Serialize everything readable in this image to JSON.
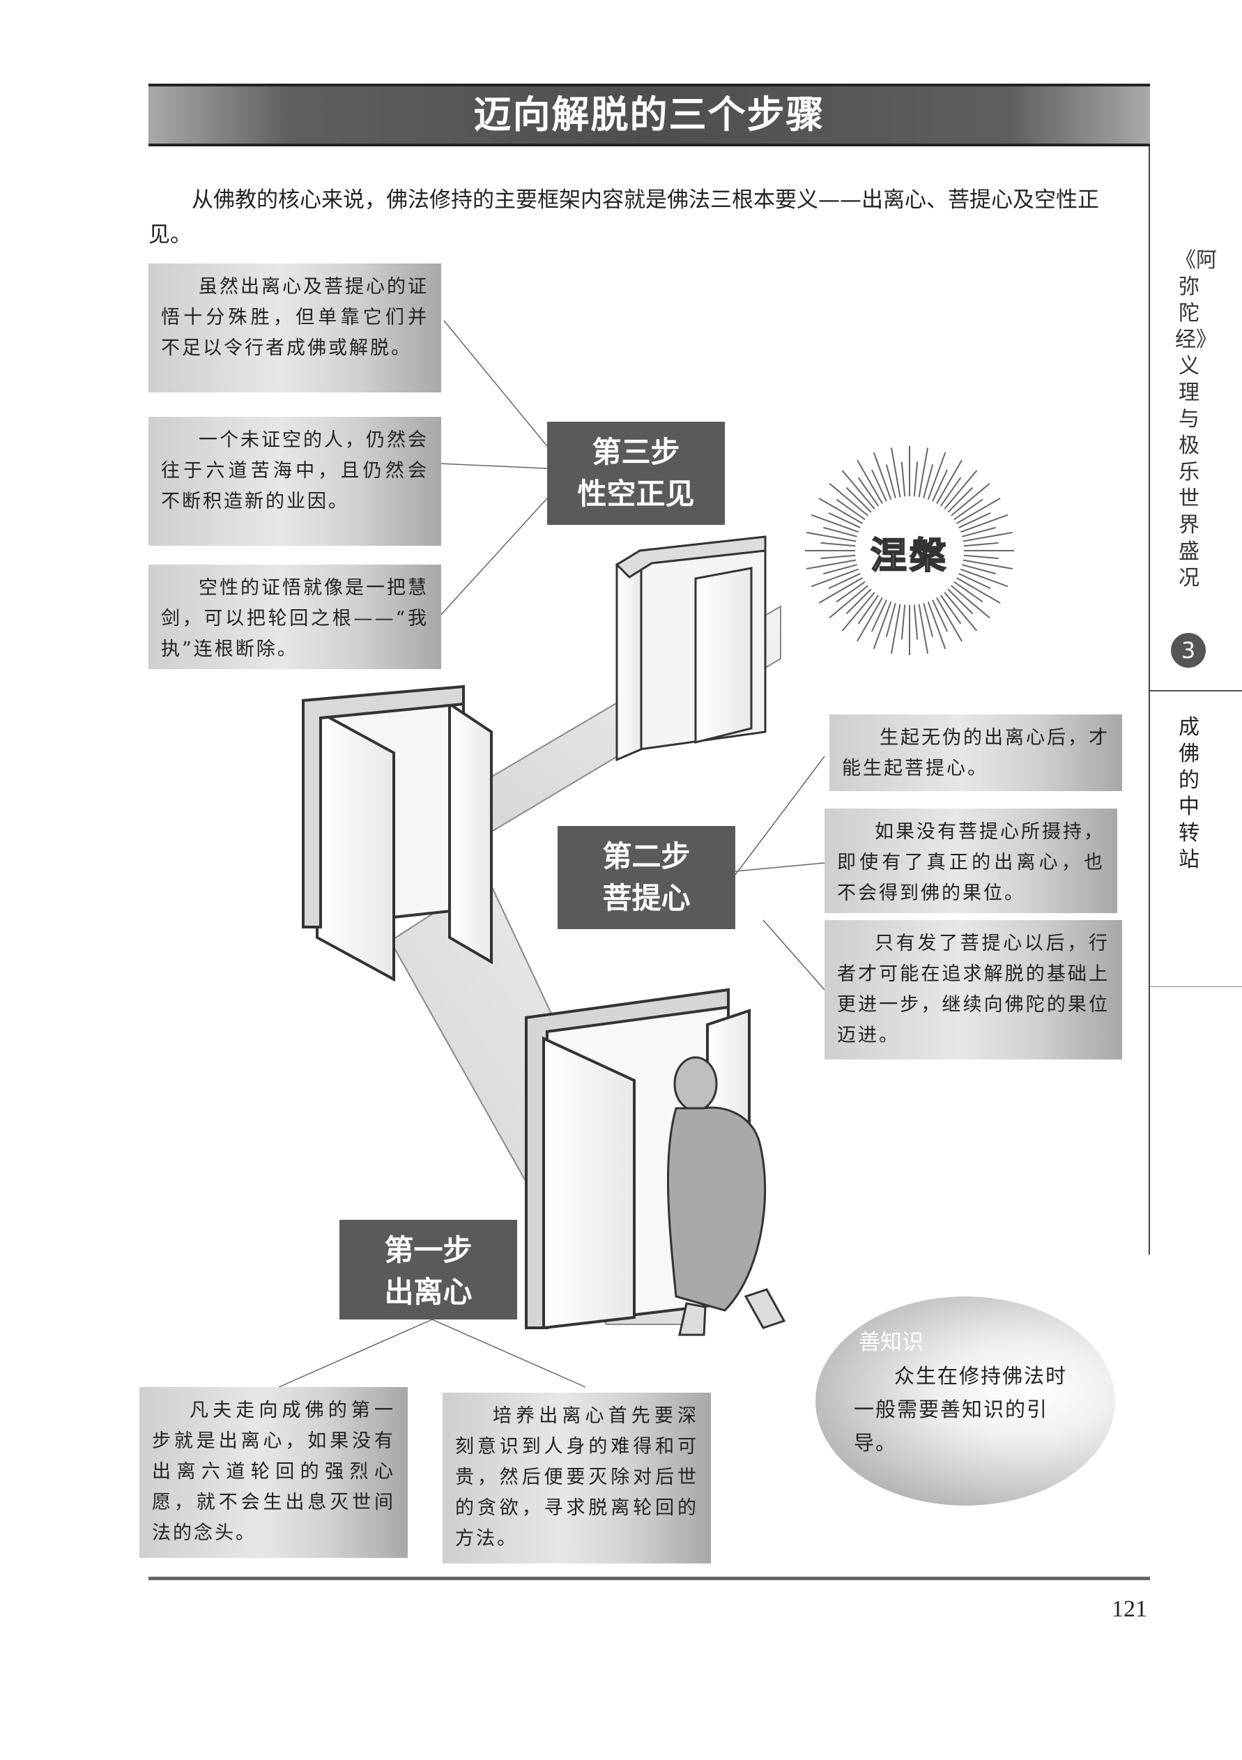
{
  "title": "迈向解脱的三个步骤",
  "intro": "从佛教的核心来说，佛法修持的主要框架内容就是佛法三根本要义——出离心、菩提心及空性正见。",
  "nirvana_label": "涅槃",
  "step3": {
    "line1": "第三步",
    "line2": "性空正见",
    "notes": [
      "虽然出离心及菩提心的证悟十分殊胜，但单靠它们并不足以令行者成佛或解脱。",
      "一个未证空的人，仍然会往于六道苦海中，且仍然会不断积造新的业因。",
      "空性的证悟就像是一把慧剑，可以把轮回之根——“我执”连根断除。"
    ]
  },
  "step2": {
    "line1": "第二步",
    "line2": "菩提心",
    "notes": [
      "生起无伪的出离心后，才能生起菩提心。",
      "如果没有菩提心所摄持，即使有了真正的出离心，也不会得到佛的果位。",
      "只有发了菩提心以后，行者才可能在追求解脱的基础上更进一步，继续向佛陀的果位迈进。"
    ]
  },
  "step1": {
    "line1": "第一步",
    "line2": "出离心",
    "notes": [
      "凡夫走向成佛的第一步就是出离心，如果没有出离六道轮回的强烈心愿，就不会生出息灭世间法的念头。",
      "培养出离心首先要深刻意识到人身的难得和可贵，然后便要灭除对后世的贪欲，寻求脱离轮回的方法。"
    ]
  },
  "sidebar": {
    "title": "善知识",
    "body": "众生在修持佛法时一般需要善知识的引导。"
  },
  "book_tab": {
    "book_title": "《阿弥陀经》义理与极乐世界盛况",
    "chapter_number": "3",
    "chapter_title": "成佛的中转站"
  },
  "page_number": "121"
}
